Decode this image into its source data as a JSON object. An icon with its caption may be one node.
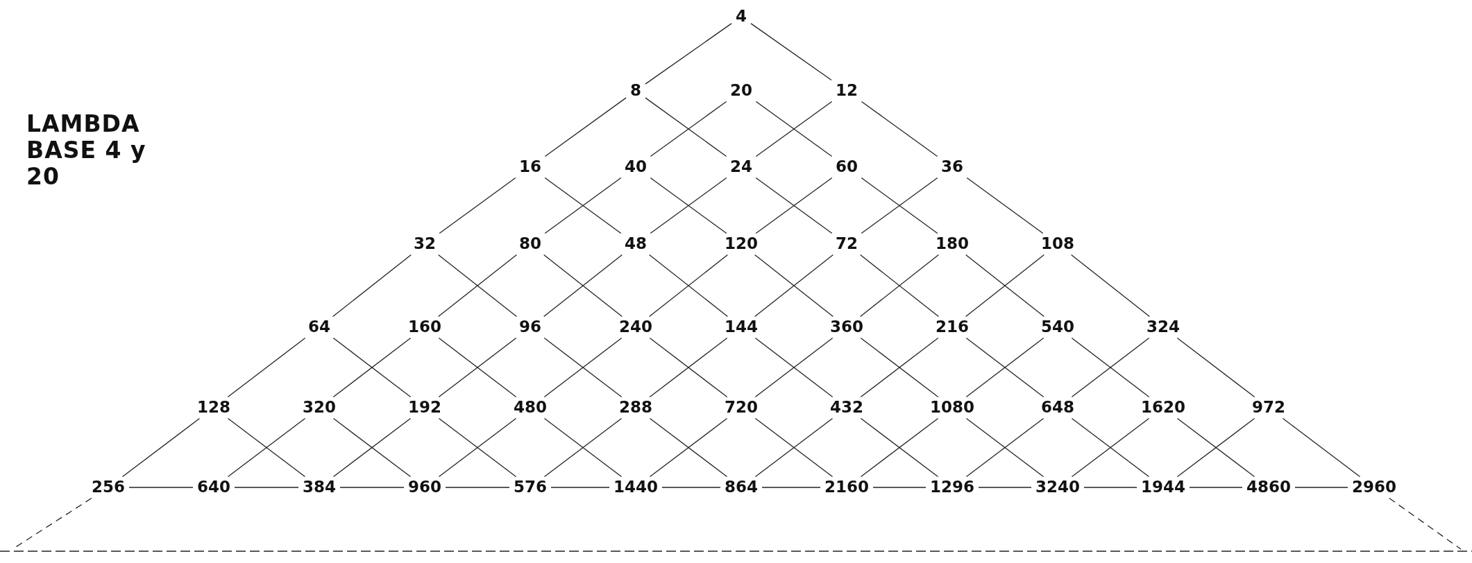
{
  "diagram": {
    "title": "LAMBDA BASE 4 y 20",
    "nodes": [
      {
        "text": [
          "4"
        ]
      },
      {
        "text": [
          "8"
        ]
      },
      {
        "text": [
          "20"
        ]
      },
      {
        "text": [
          "12"
        ]
      },
      {
        "text": [
          "16"
        ]
      },
      {
        "text": [
          "40"
        ]
      },
      {
        "text": [
          "24"
        ]
      },
      {
        "text": [
          "60"
        ]
      },
      {
        "text": [
          "36"
        ]
      },
      {
        "text": [
          "32"
        ]
      },
      {
        "text": [
          "80"
        ]
      },
      {
        "text": [
          "48"
        ]
      },
      {
        "text": [
          "120"
        ]
      },
      {
        "text": [
          "72"
        ]
      },
      {
        "text": [
          "180"
        ]
      },
      {
        "text": [
          "108"
        ]
      },
      {
        "text": [
          "64"
        ]
      },
      {
        "text": [
          "160"
        ]
      },
      {
        "text": [
          "96"
        ]
      },
      {
        "text": [
          "240"
        ]
      },
      {
        "text": [
          "144"
        ]
      },
      {
        "text": [
          "360"
        ]
      },
      {
        "text": [
          "216"
        ]
      },
      {
        "text": [
          "540"
        ]
      },
      {
        "text": [
          "324"
        ]
      },
      {
        "text": [
          "128"
        ]
      },
      {
        "text": [
          "320"
        ]
      },
      {
        "text": [
          "192"
        ]
      },
      {
        "text": [
          "480"
        ]
      },
      {
        "text": [
          "288"
        ]
      },
      {
        "text": [
          "720"
        ]
      },
      {
        "text": [
          "432"
        ]
      },
      {
        "text": [
          "1080"
        ]
      },
      {
        "text": [
          "648"
        ]
      },
      {
        "text": [
          "1620"
        ]
      },
      {
        "text": [
          "972"
        ]
      },
      {
        "text": [
          "256"
        ]
      },
      {
        "text": [
          "640"
        ]
      },
      {
        "text": [
          "384"
        ]
      },
      {
        "text": [
          "960"
        ]
      },
      {
        "text": [
          "576"
        ]
      },
      {
        "text": [
          "1440"
        ]
      },
      {
        "text": [
          "864"
        ]
      },
      {
        "text": [
          "2160"
        ]
      },
      {
        "text": [
          "1296"
        ]
      },
      {
        "text": [
          "3240"
        ]
      },
      {
        "text": [
          "1944"
        ]
      },
      {
        "text": [
          "4860"
        ]
      },
      {
        "text": [
          "2960"
        ]
      }
    ],
    "edges": [
      {
        "from": 0,
        "to": 1,
        "arrow": "none"
      },
      {
        "from": 0,
        "to": 3,
        "arrow": "none"
      },
      {
        "from": 1,
        "to": 4,
        "arrow": "none"
      },
      {
        "from": 1,
        "to": 6,
        "arrow": "none"
      },
      {
        "from": 2,
        "to": 5,
        "arrow": "none"
      },
      {
        "from": 2,
        "to": 7,
        "arrow": "none"
      },
      {
        "from": 3,
        "to": 6,
        "arrow": "none"
      },
      {
        "from": 3,
        "to": 8,
        "arrow": "none"
      },
      {
        "from": 4,
        "to": 9,
        "arrow": "none"
      },
      {
        "from": 4,
        "to": 11,
        "arrow": "none"
      },
      {
        "from": 5,
        "to": 10,
        "arrow": "none"
      },
      {
        "from": 5,
        "to": 12,
        "arrow": "none"
      },
      {
        "from": 6,
        "to": 11,
        "arrow": "none"
      },
      {
        "from": 6,
        "to": 13,
        "arrow": "none"
      },
      {
        "from": 7,
        "to": 12,
        "arrow": "none"
      },
      {
        "from": 7,
        "to": 14,
        "arrow": "none"
      },
      {
        "from": 8,
        "to": 13,
        "arrow": "none"
      },
      {
        "from": 8,
        "to": 15,
        "arrow": "none"
      },
      {
        "from": 9,
        "to": 16,
        "arrow": "none"
      },
      {
        "from": 9,
        "to": 18,
        "arrow": "none"
      },
      {
        "from": 10,
        "to": 17,
        "arrow": "none"
      },
      {
        "from": 10,
        "to": 19,
        "arrow": "none"
      },
      {
        "from": 11,
        "to": 18,
        "arrow": "none"
      },
      {
        "from": 11,
        "to": 20,
        "arrow": "none"
      },
      {
        "from": 12,
        "to": 19,
        "arrow": "none"
      },
      {
        "from": 12,
        "to": 21,
        "arrow": "none"
      },
      {
        "from": 13,
        "to": 20,
        "arrow": "none"
      },
      {
        "from": 13,
        "to": 22,
        "arrow": "none"
      },
      {
        "from": 14,
        "to": 21,
        "arrow": "none"
      },
      {
        "from": 14,
        "to": 23,
        "arrow": "none"
      },
      {
        "from": 15,
        "to": 22,
        "arrow": "none"
      },
      {
        "from": 15,
        "to": 24,
        "arrow": "none"
      },
      {
        "from": 16,
        "to": 25,
        "arrow": "none"
      },
      {
        "from": 16,
        "to": 27,
        "arrow": "none"
      },
      {
        "from": 17,
        "to": 26,
        "arrow": "none"
      },
      {
        "from": 17,
        "to": 28,
        "arrow": "none"
      },
      {
        "from": 18,
        "to": 27,
        "arrow": "none"
      },
      {
        "from": 18,
        "to": 29,
        "arrow": "none"
      },
      {
        "from": 19,
        "to": 28,
        "arrow": "none"
      },
      {
        "from": 19,
        "to": 30,
        "arrow": "none"
      },
      {
        "from": 20,
        "to": 29,
        "arrow": "none"
      },
      {
        "from": 20,
        "to": 31,
        "arrow": "none"
      },
      {
        "from": 21,
        "to": 30,
        "arrow": "none"
      },
      {
        "from": 21,
        "to": 32,
        "arrow": "none"
      },
      {
        "from": 22,
        "to": 31,
        "arrow": "none"
      },
      {
        "from": 22,
        "to": 33,
        "arrow": "none"
      },
      {
        "from": 23,
        "to": 32,
        "arrow": "none"
      },
      {
        "from": 23,
        "to": 34,
        "arrow": "none"
      },
      {
        "from": 24,
        "to": 33,
        "arrow": "none"
      },
      {
        "from": 24,
        "to": 35,
        "arrow": "none"
      },
      {
        "from": 25,
        "to": 36,
        "arrow": "none"
      },
      {
        "from": 25,
        "to": 38,
        "arrow": "none"
      },
      {
        "from": 26,
        "to": 37,
        "arrow": "none"
      },
      {
        "from": 26,
        "to": 39,
        "arrow": "none"
      },
      {
        "from": 27,
        "to": 38,
        "arrow": "none"
      },
      {
        "from": 27,
        "to": 40,
        "arrow": "none"
      },
      {
        "from": 28,
        "to": 39,
        "arrow": "none"
      },
      {
        "from": 28,
        "to": 41,
        "arrow": "none"
      },
      {
        "from": 29,
        "to": 40,
        "arrow": "none"
      },
      {
        "from": 29,
        "to": 42,
        "arrow": "none"
      },
      {
        "from": 30,
        "to": 41,
        "arrow": "none"
      },
      {
        "from": 30,
        "to": 43,
        "arrow": "none"
      },
      {
        "from": 31,
        "to": 42,
        "arrow": "none"
      },
      {
        "from": 31,
        "to": 44,
        "arrow": "none"
      },
      {
        "from": 32,
        "to": 43,
        "arrow": "none"
      },
      {
        "from": 32,
        "to": 45,
        "arrow": "none"
      },
      {
        "from": 33,
        "to": 44,
        "arrow": "none"
      },
      {
        "from": 33,
        "to": 46,
        "arrow": "none"
      },
      {
        "from": 34,
        "to": 45,
        "arrow": "none"
      },
      {
        "from": 34,
        "to": 47,
        "arrow": "none"
      },
      {
        "from": 35,
        "to": 46,
        "arrow": "none"
      },
      {
        "from": 35,
        "to": 48,
        "arrow": "none"
      },
      {
        "from": 36,
        "to": 37,
        "arrow": "none"
      },
      {
        "from": 37,
        "to": 38,
        "arrow": "none"
      },
      {
        "from": 38,
        "to": 39,
        "arrow": "none"
      },
      {
        "from": 39,
        "to": 40,
        "arrow": "none"
      },
      {
        "from": 40,
        "to": 41,
        "arrow": "none"
      },
      {
        "from": 41,
        "to": 42,
        "arrow": "none"
      },
      {
        "from": 42,
        "to": 43,
        "arrow": "none"
      },
      {
        "from": 43,
        "to": 44,
        "arrow": "none"
      },
      {
        "from": 44,
        "to": 45,
        "arrow": "none"
      },
      {
        "from": 45,
        "to": 46,
        "arrow": "none"
      },
      {
        "from": 46,
        "to": 47,
        "arrow": "none"
      },
      {
        "from": 47,
        "to": 48,
        "arrow": "none"
      },
      {
        "from": 36,
        "to": null,
        "arrow": "none",
        "style": "dashed"
      },
      {
        "from": 48,
        "to": null,
        "arrow": "none",
        "style": "dashed"
      }
    ]
  }
}
